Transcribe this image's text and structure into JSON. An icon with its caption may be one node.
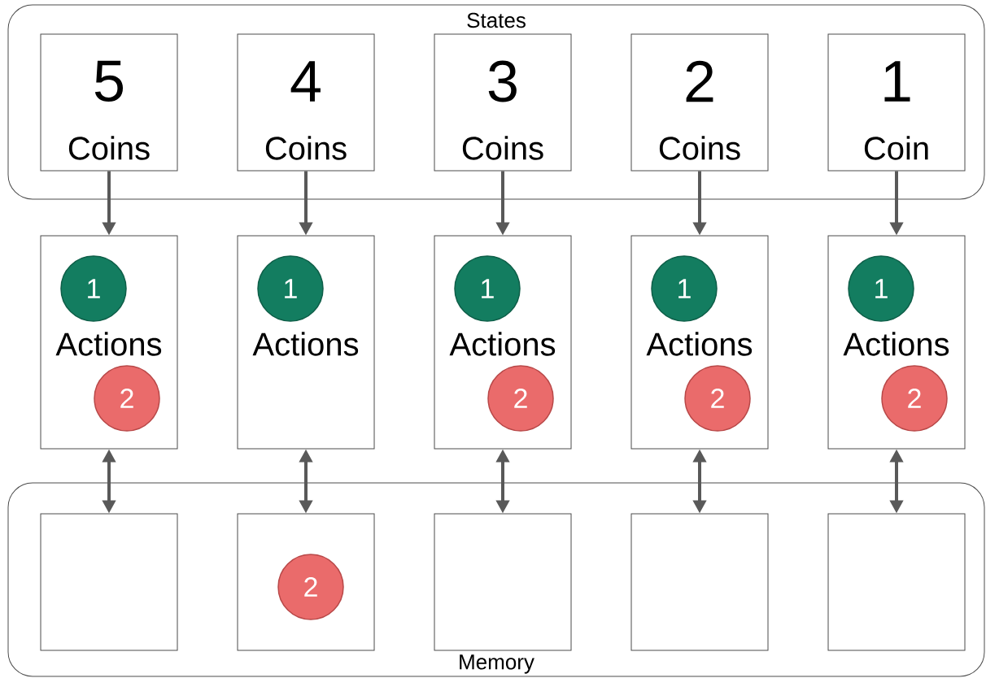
{
  "diagram": {
    "nodes": [
      {
        "text": [
          "States"
        ]
      },
      {
        "text": [
          "5",
          "Coins"
        ],
        "in": 0
      },
      {
        "text": [
          "4",
          "Coins"
        ],
        "in": 0
      },
      {
        "text": [
          "3",
          "Coins"
        ],
        "in": 0
      },
      {
        "text": [
          "2",
          "Coins"
        ],
        "in": 0
      },
      {
        "text": [
          "1",
          "Coin"
        ],
        "in": 0
      },
      {
        "text": [
          "Actions"
        ]
      },
      {
        "text": [
          "1"
        ],
        "in": 6
      },
      {
        "text": [
          "2"
        ],
        "in": 6
      },
      {
        "text": [
          "Actions"
        ]
      },
      {
        "text": [
          "1"
        ],
        "in": 9
      },
      {
        "text": [
          "Actions"
        ]
      },
      {
        "text": [
          "1"
        ],
        "in": 11
      },
      {
        "text": [
          "2"
        ],
        "in": 11
      },
      {
        "text": [
          "Actions"
        ]
      },
      {
        "text": [
          "1"
        ],
        "in": 14
      },
      {
        "text": [
          "2"
        ],
        "in": 14
      },
      {
        "text": [
          "Actions"
        ]
      },
      {
        "text": [
          "1"
        ],
        "in": 17
      },
      {
        "text": [
          "2"
        ],
        "in": 17
      },
      {
        "text": [
          "Memory"
        ]
      },
      {
        "text": [],
        "shape": "box",
        "in": 20
      },
      {
        "text": [],
        "shape": "box",
        "in": 20
      },
      {
        "text": [
          "2"
        ],
        "in": 22
      },
      {
        "text": [],
        "shape": "box",
        "in": 20
      },
      {
        "text": [],
        "shape": "box",
        "in": 20
      },
      {
        "text": [],
        "shape": "box",
        "in": 20
      }
    ],
    "edges": [
      {
        "from": 1,
        "to": 6,
        "arrow": "to"
      },
      {
        "from": 2,
        "to": 9,
        "arrow": "to"
      },
      {
        "from": 3,
        "to": 11,
        "arrow": "to"
      },
      {
        "from": 4,
        "to": 14,
        "arrow": "to"
      },
      {
        "from": 5,
        "to": 17,
        "arrow": "to"
      },
      {
        "from": 6,
        "to": 21,
        "arrow": "both"
      },
      {
        "from": 9,
        "to": 22,
        "arrow": "both"
      },
      {
        "from": 11,
        "to": 24,
        "arrow": "both"
      },
      {
        "from": 14,
        "to": 25,
        "arrow": "both"
      },
      {
        "from": 17,
        "to": 26,
        "arrow": "both"
      }
    ]
  }
}
